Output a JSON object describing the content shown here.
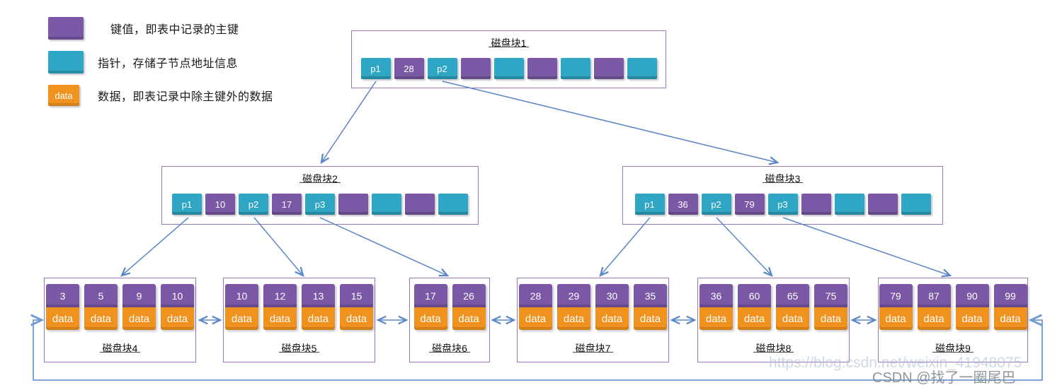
{
  "legend": {
    "items": [
      {
        "swatch": "key",
        "swatch_label": "",
        "text": "键值，即表中记录的主键"
      },
      {
        "swatch": "pointer",
        "swatch_label": "",
        "text": "指针，存储子节点地址信息"
      },
      {
        "swatch": "data",
        "swatch_label": "data",
        "text": "数据，即表记录中除主键外的数据"
      }
    ]
  },
  "colors": {
    "key_purple": "#7a58a5",
    "pointer_teal": "#2fa6c3",
    "data_orange": "#f0921e",
    "box_border": "#9678b8",
    "arrow_blue": "#5b87c8"
  },
  "tree": {
    "internal_nodes": [
      {
        "title": "磁盘块1",
        "cells": [
          {
            "type": "pointer",
            "label": "p1"
          },
          {
            "type": "key",
            "label": "28"
          },
          {
            "type": "pointer",
            "label": "p2"
          },
          {
            "type": "key",
            "label": ""
          },
          {
            "type": "pointer",
            "label": ""
          },
          {
            "type": "key",
            "label": ""
          },
          {
            "type": "pointer",
            "label": ""
          },
          {
            "type": "key",
            "label": ""
          },
          {
            "type": "pointer",
            "label": ""
          }
        ]
      },
      {
        "title": "磁盘块2",
        "cells": [
          {
            "type": "pointer",
            "label": "p1"
          },
          {
            "type": "key",
            "label": "10"
          },
          {
            "type": "pointer",
            "label": "p2"
          },
          {
            "type": "key",
            "label": "17"
          },
          {
            "type": "pointer",
            "label": "p3"
          },
          {
            "type": "key",
            "label": ""
          },
          {
            "type": "pointer",
            "label": ""
          },
          {
            "type": "key",
            "label": ""
          },
          {
            "type": "pointer",
            "label": ""
          }
        ]
      },
      {
        "title": "磁盘块3",
        "cells": [
          {
            "type": "pointer",
            "label": "p1"
          },
          {
            "type": "key",
            "label": "36"
          },
          {
            "type": "pointer",
            "label": "p2"
          },
          {
            "type": "key",
            "label": "79"
          },
          {
            "type": "pointer",
            "label": "p3"
          },
          {
            "type": "key",
            "label": ""
          },
          {
            "type": "pointer",
            "label": ""
          },
          {
            "type": "key",
            "label": ""
          },
          {
            "type": "pointer",
            "label": ""
          }
        ]
      }
    ],
    "leaf_nodes": [
      {
        "title": "磁盘块4",
        "entries": [
          {
            "key": "3",
            "data": "data"
          },
          {
            "key": "5",
            "data": "data"
          },
          {
            "key": "9",
            "data": "data"
          },
          {
            "key": "10",
            "data": "data"
          }
        ]
      },
      {
        "title": "磁盘块5",
        "entries": [
          {
            "key": "10",
            "data": "data"
          },
          {
            "key": "12",
            "data": "data"
          },
          {
            "key": "13",
            "data": "data"
          },
          {
            "key": "15",
            "data": "data"
          }
        ]
      },
      {
        "title": "磁盘块6",
        "entries": [
          {
            "key": "17",
            "data": "data"
          },
          {
            "key": "26",
            "data": "data"
          }
        ]
      },
      {
        "title": "磁盘块7",
        "entries": [
          {
            "key": "28",
            "data": "data"
          },
          {
            "key": "29",
            "data": "data"
          },
          {
            "key": "30",
            "data": "data"
          },
          {
            "key": "35",
            "data": "data"
          }
        ]
      },
      {
        "title": "磁盘块8",
        "entries": [
          {
            "key": "36",
            "data": "data"
          },
          {
            "key": "60",
            "data": "data"
          },
          {
            "key": "65",
            "data": "data"
          },
          {
            "key": "75",
            "data": "data"
          }
        ]
      },
      {
        "title": "磁盘块9",
        "entries": [
          {
            "key": "79",
            "data": "data"
          },
          {
            "key": "87",
            "data": "data"
          },
          {
            "key": "90",
            "data": "data"
          },
          {
            "key": "99",
            "data": "data"
          }
        ]
      }
    ]
  },
  "watermark": {
    "line1": "https://blog.csdn.net/weixin_41948075",
    "line2": "CSDN @找了一圈尾巴"
  }
}
